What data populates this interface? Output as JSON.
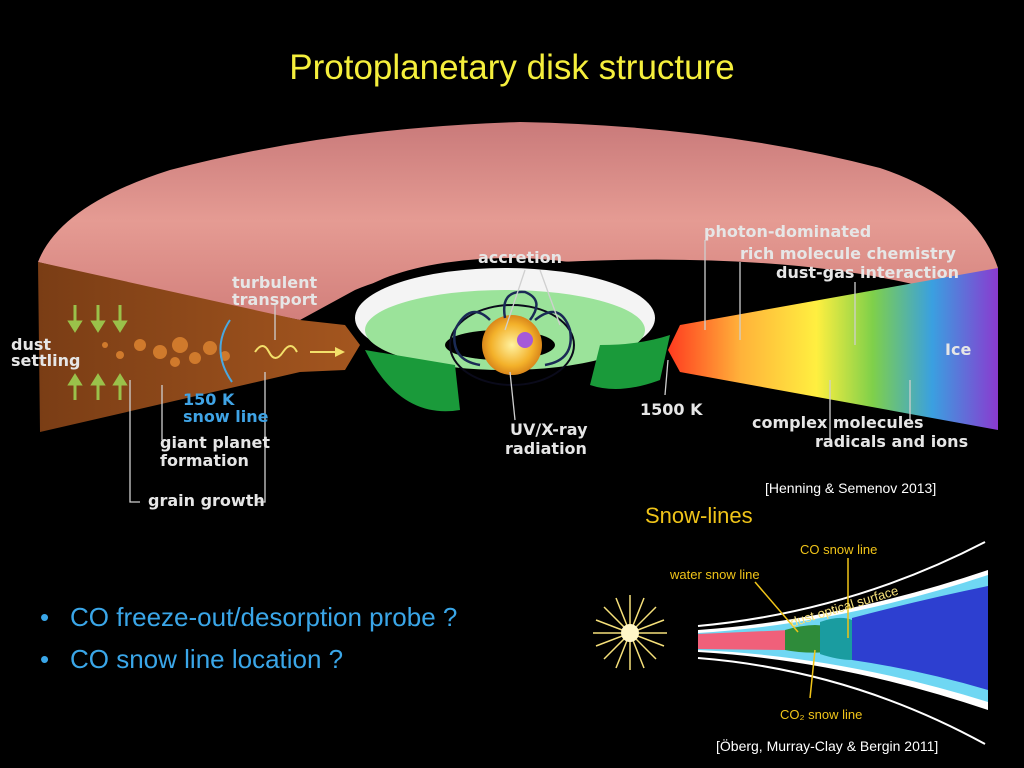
{
  "title": "Protoplanetary disk structure",
  "labels": {
    "dust_settling": "dust settling",
    "turbulent_transport": "turbulent transport",
    "snow_line_150k": "150 K snow line",
    "giant_planet": "giant planet formation",
    "grain_growth": "grain growth",
    "accretion": "accretion",
    "uv_xray": "UV/X-ray radiation",
    "k1500": "1500 K",
    "photon_dominated": "photon-dominated",
    "rich_molecule": "rich molecule chemistry",
    "dust_gas": "dust-gas interaction",
    "ice": "Ice",
    "complex_molecules": "complex molecules",
    "radicals_ions": "radicals and ions"
  },
  "citation_top": "[Henning & Semenov 2013]",
  "bullets": [
    "CO freeze-out/desorption probe ?",
    "CO snow line location ?"
  ],
  "snowlines": {
    "title": "Snow-lines",
    "co_snow_line": "CO snow line",
    "water_snow_line": "water snow line",
    "dust_optical_surface": "dust optical surface",
    "co2_snow_line": "CO₂ snow line",
    "citation": "[Öberg, Murray-Clay & Bergin 2011]"
  },
  "colors": {
    "title": "#f5ef3c",
    "bullet_text": "#3aa6e8",
    "snow_labels": "#f0c419",
    "disk_surface": "#d9827f"
  }
}
